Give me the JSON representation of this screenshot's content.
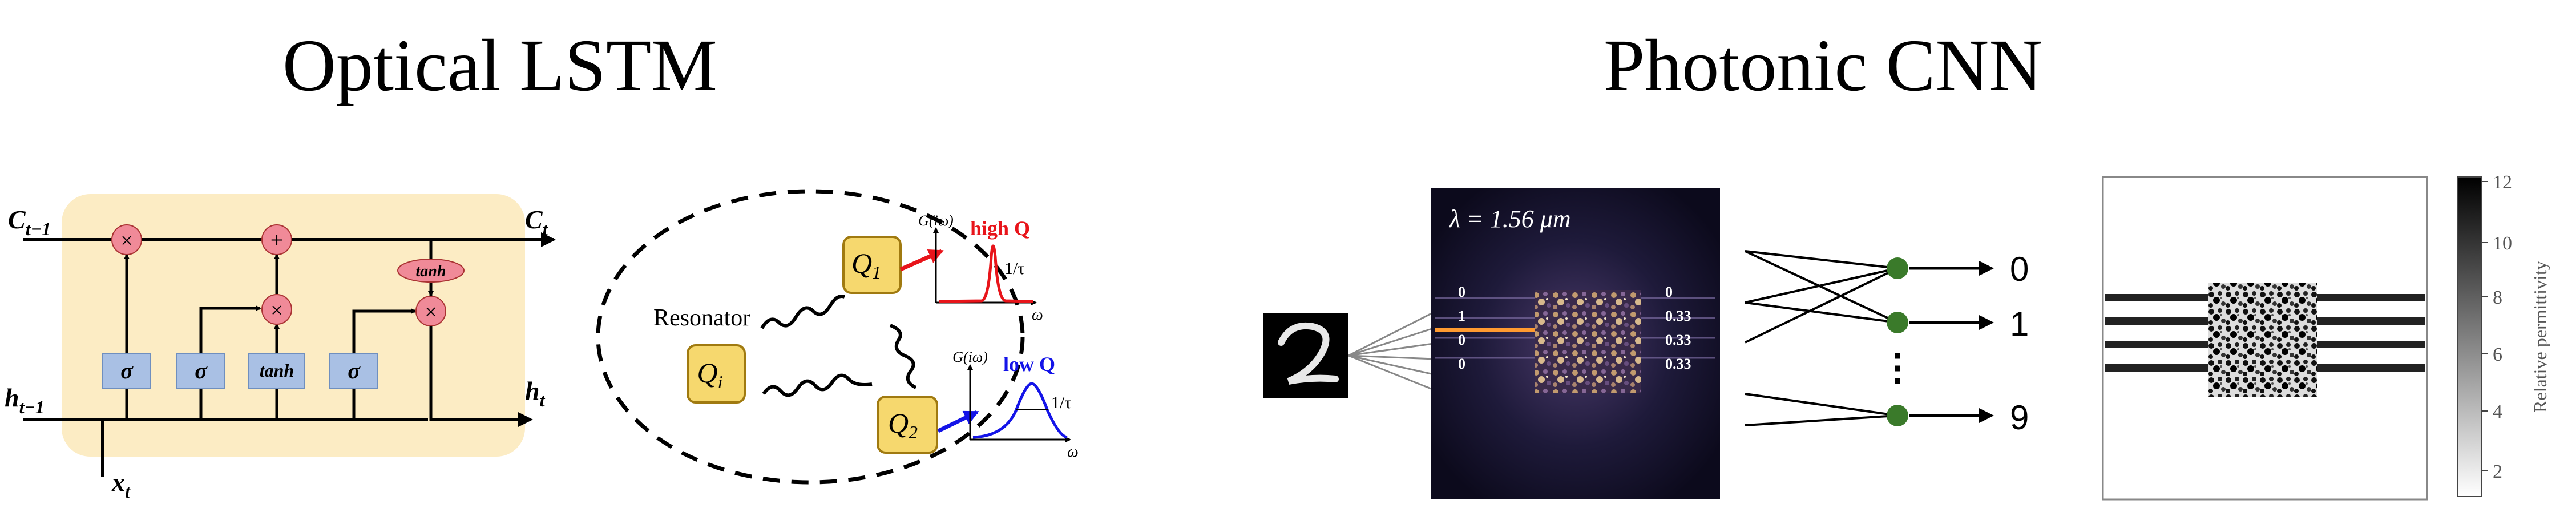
{
  "titles": {
    "left": "Optical LSTM",
    "right": "Photonic CNN"
  },
  "lstm": {
    "c_prev": "C",
    "c_prev_sub": "t−1",
    "c_next": "C",
    "c_next_sub": "t",
    "h_prev": "h",
    "h_prev_sub": "t−1",
    "h_next": "h",
    "h_next_sub": "t",
    "x_in": "x",
    "x_in_sub": "t",
    "gate_sigma": "σ",
    "gate_tanh": "tanh",
    "op_times": "×",
    "op_plus": "+",
    "cell_tanh": "tanh"
  },
  "resonator": {
    "resonator_label": "Resonator",
    "qi": "Q",
    "qi_sub": "i",
    "q1": "Q",
    "q1_sub": "1",
    "q2": "Q",
    "q2_sub": "2",
    "g_label": "G(iω)",
    "omega": "ω",
    "inv_tau": "1/τ",
    "high_q": "high Q",
    "low_q": "low Q",
    "colors": {
      "high": "#e8141a",
      "low": "#1414e8",
      "box": "#f6d86e"
    }
  },
  "cnn": {
    "wavelength": "λ = 1.56 μm",
    "input_values": [
      "0",
      "1",
      "0",
      "0"
    ],
    "output_values": [
      "0",
      "0.33",
      "0.33",
      "0.33"
    ],
    "digit_outputs": [
      "0",
      "1",
      "9"
    ],
    "ellipsis": "⋮",
    "node_color": "#3a7a2a"
  },
  "permittivity": {
    "colorbar_label": "Relative permittivity",
    "ticks": [
      "12",
      "10",
      "8",
      "6",
      "4",
      "2"
    ]
  }
}
